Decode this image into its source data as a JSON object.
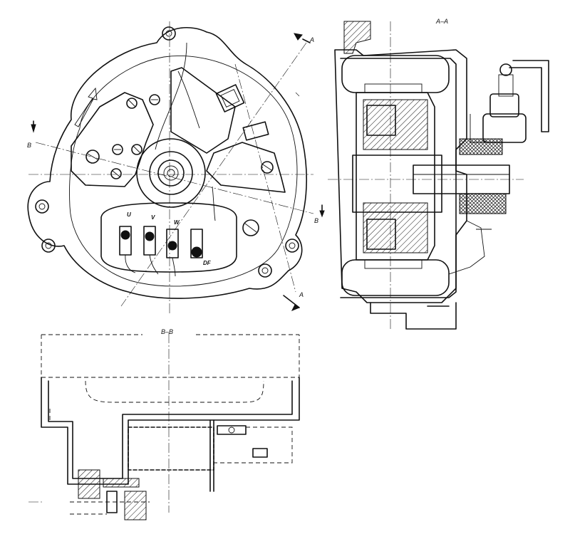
{
  "sections": {
    "aa": "A–A",
    "bb": "B–B"
  },
  "cut_marks": {
    "a_top": "A",
    "a_bottom": "A",
    "b_left": "B",
    "b_right": "B"
  },
  "terminals": {
    "u": "U",
    "v": "V",
    "w": "W",
    "df": "DF"
  },
  "colors": {
    "ink": "#111111",
    "paper": "#ffffff"
  }
}
